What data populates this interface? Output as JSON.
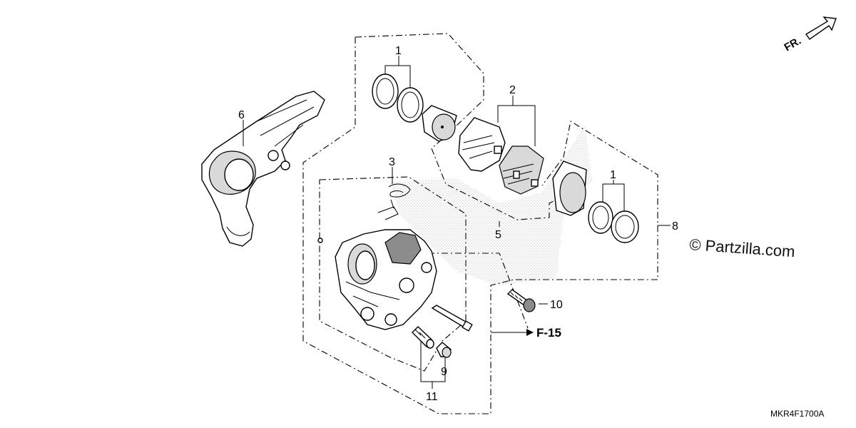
{
  "diagram": {
    "callouts": {
      "c1a": "1",
      "c1b": "1",
      "c2": "2",
      "c3": "3",
      "c5": "5",
      "c6": "6",
      "c8": "8",
      "c9": "9",
      "c10": "10",
      "c11": "11"
    },
    "reference": "F-15",
    "direction": "FR.",
    "watermark": "© Partzilla.com",
    "drawing_code": "MKR4F1700A"
  }
}
